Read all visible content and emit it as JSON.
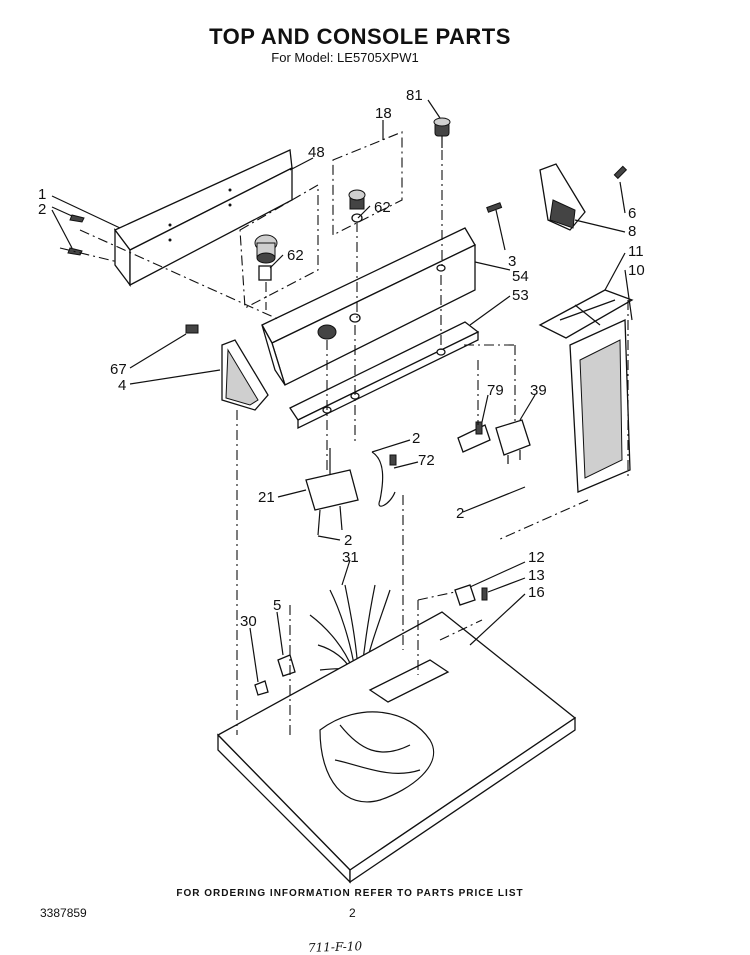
{
  "header": {
    "title": "TOP AND CONSOLE PARTS",
    "subtitle": "For Model: LE5705XPW1"
  },
  "callouts": [
    "1",
    "2",
    "48",
    "18",
    "81",
    "62",
    "62",
    "6",
    "3",
    "8",
    "54",
    "11",
    "10",
    "53",
    "67",
    "4",
    "79",
    "39",
    "2",
    "72",
    "21",
    "2",
    "2",
    "31",
    "12",
    "13",
    "16",
    "5",
    "30"
  ],
  "footer": {
    "ordering_note": "FOR ORDERING INFORMATION REFER TO PARTS PRICE LIST",
    "doc_number": "3387859",
    "page_number": "2",
    "handwritten": "711-F-10"
  }
}
